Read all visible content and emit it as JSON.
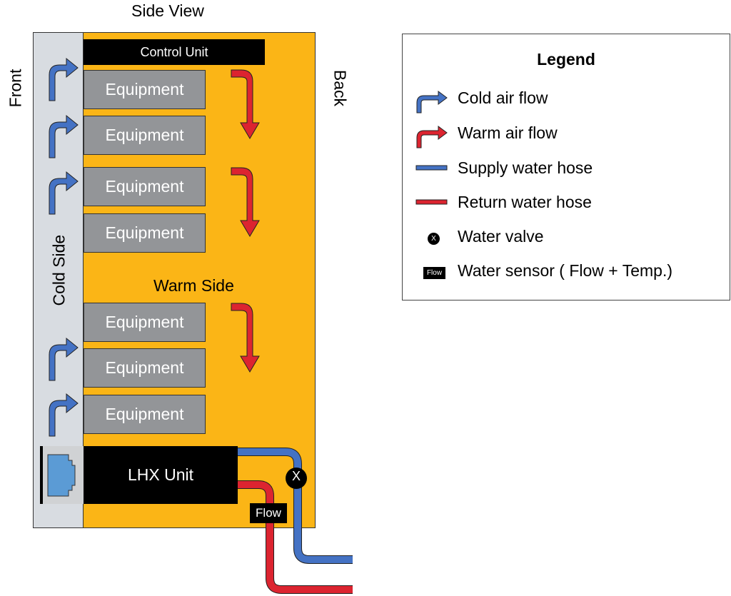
{
  "title": "Side View",
  "orientation": {
    "front": "Front",
    "back": "Back"
  },
  "rack": {
    "cold_side_label": "Cold Side",
    "warm_side_label": "Warm Side",
    "control_unit": "Control Unit",
    "equipment": [
      "Equipment",
      "Equipment",
      "Equipment",
      "Equipment",
      "Equipment",
      "Equipment",
      "Equipment"
    ],
    "lhx_unit": "LHX Unit",
    "valve_label": "X",
    "sensor_label": "Flow"
  },
  "legend": {
    "title": "Legend",
    "items": [
      {
        "icon": "cold-air-arrow-icon",
        "label": "Cold air flow"
      },
      {
        "icon": "warm-air-arrow-icon",
        "label": "Warm air flow"
      },
      {
        "icon": "supply-hose-icon",
        "label": "Supply water hose"
      },
      {
        "icon": "return-hose-icon",
        "label": "Return water hose"
      },
      {
        "icon": "water-valve-icon",
        "label": "Water valve",
        "glyph": "X"
      },
      {
        "icon": "water-sensor-icon",
        "label": "Water sensor ( Flow + Temp.)",
        "glyph": "Flow"
      }
    ]
  },
  "colors": {
    "rack_warm": "#fbb516",
    "cold_strip": "#d8dce1",
    "equipment": "#939598",
    "cold_air": "#4472c4",
    "warm_air": "#dc2430",
    "supply_hose": "#4472c4",
    "return_hose": "#dc2430",
    "port": "#5b9bd5"
  }
}
